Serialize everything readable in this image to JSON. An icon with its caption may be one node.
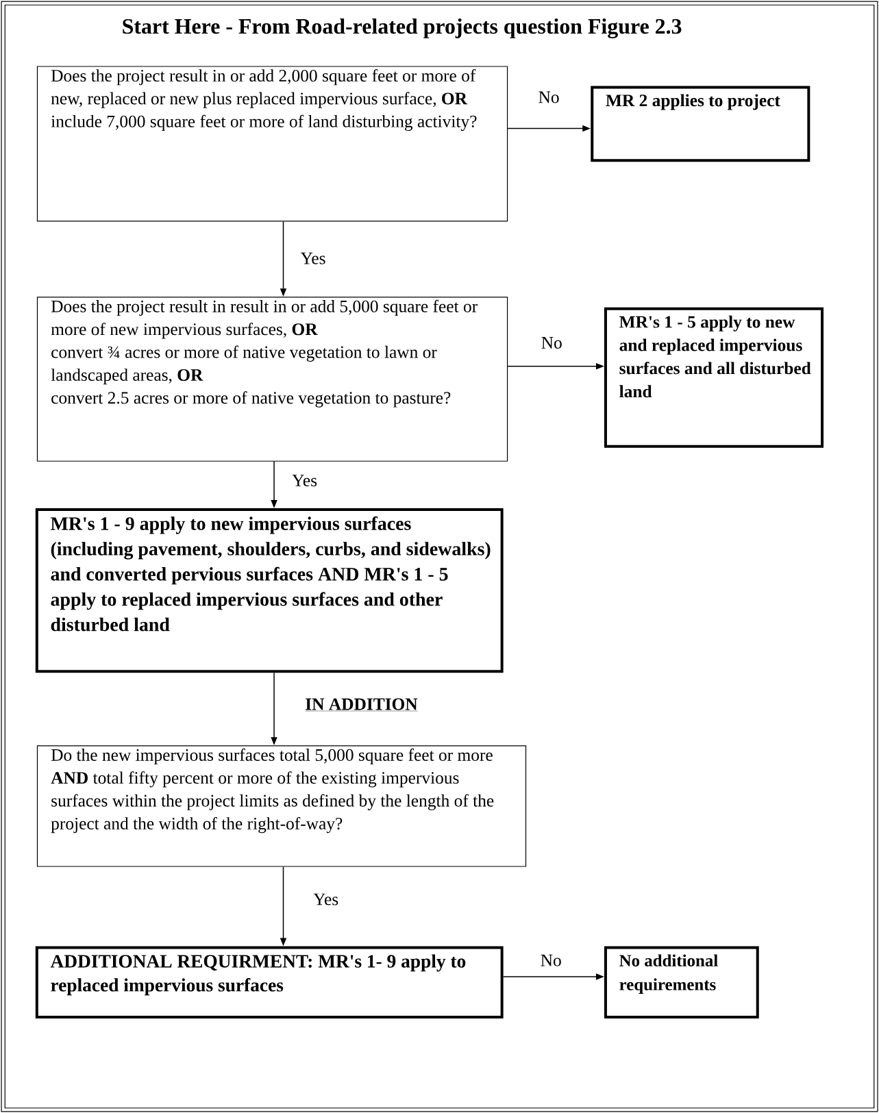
{
  "diagram": {
    "title": "Start Here - From Road-related projects question Figure 2.3",
    "nodes": [
      {
        "text": [
          "Does the project result in or add 2,000 square feet or more of new, replaced or new plus replaced impervious surface, **OR**",
          "include 7,000 square feet or more of land disturbing activity?"
        ]
      },
      {
        "text": [
          "MR 2 applies to project"
        ]
      },
      {
        "text": [
          "Does the project result in result in or add 5,000 square feet or more of new impervious surfaces, **OR**",
          "convert ¾ acres or more of native vegetation to lawn or landscaped areas, **OR**",
          "convert 2.5 acres or more of native vegetation to pasture?"
        ]
      },
      {
        "text": [
          "MR's 1 - 5 apply to new and replaced impervious surfaces and all disturbed land"
        ]
      },
      {
        "text": [
          "MR's 1 - 9 apply to new impervious surfaces (including pavement, shoulders, curbs, and sidewalks) and converted pervious surfaces AND MR's 1 - 5 apply to replaced impervious surfaces and other disturbed land"
        ]
      },
      {
        "text": [
          "Do the new impervious surfaces total 5,000 square feet or more **AND** total fifty percent or more of the existing impervious surfaces within the project limits as defined by the length of the project and the width of the right-of-way?"
        ]
      },
      {
        "text": [
          "ADDITIONAL REQUIRMENT: MR's 1- 9 apply to replaced impervious surfaces"
        ]
      },
      {
        "text": [
          "No additional requirements"
        ]
      }
    ],
    "edges": [
      {
        "from": 0,
        "to": 1,
        "arrow": "to",
        "label": "No"
      },
      {
        "from": 0,
        "to": 2,
        "arrow": "to",
        "label": "Yes"
      },
      {
        "from": 2,
        "to": 3,
        "arrow": "to",
        "label": "No"
      },
      {
        "from": 2,
        "to": 4,
        "arrow": "to",
        "label": "Yes"
      },
      {
        "from": 4,
        "to": 5,
        "arrow": "to",
        "label": "IN ADDITION"
      },
      {
        "from": 5,
        "to": 6,
        "arrow": "to",
        "label": "Yes"
      },
      {
        "from": 6,
        "to": 7,
        "arrow": "to",
        "label": "No"
      }
    ]
  }
}
